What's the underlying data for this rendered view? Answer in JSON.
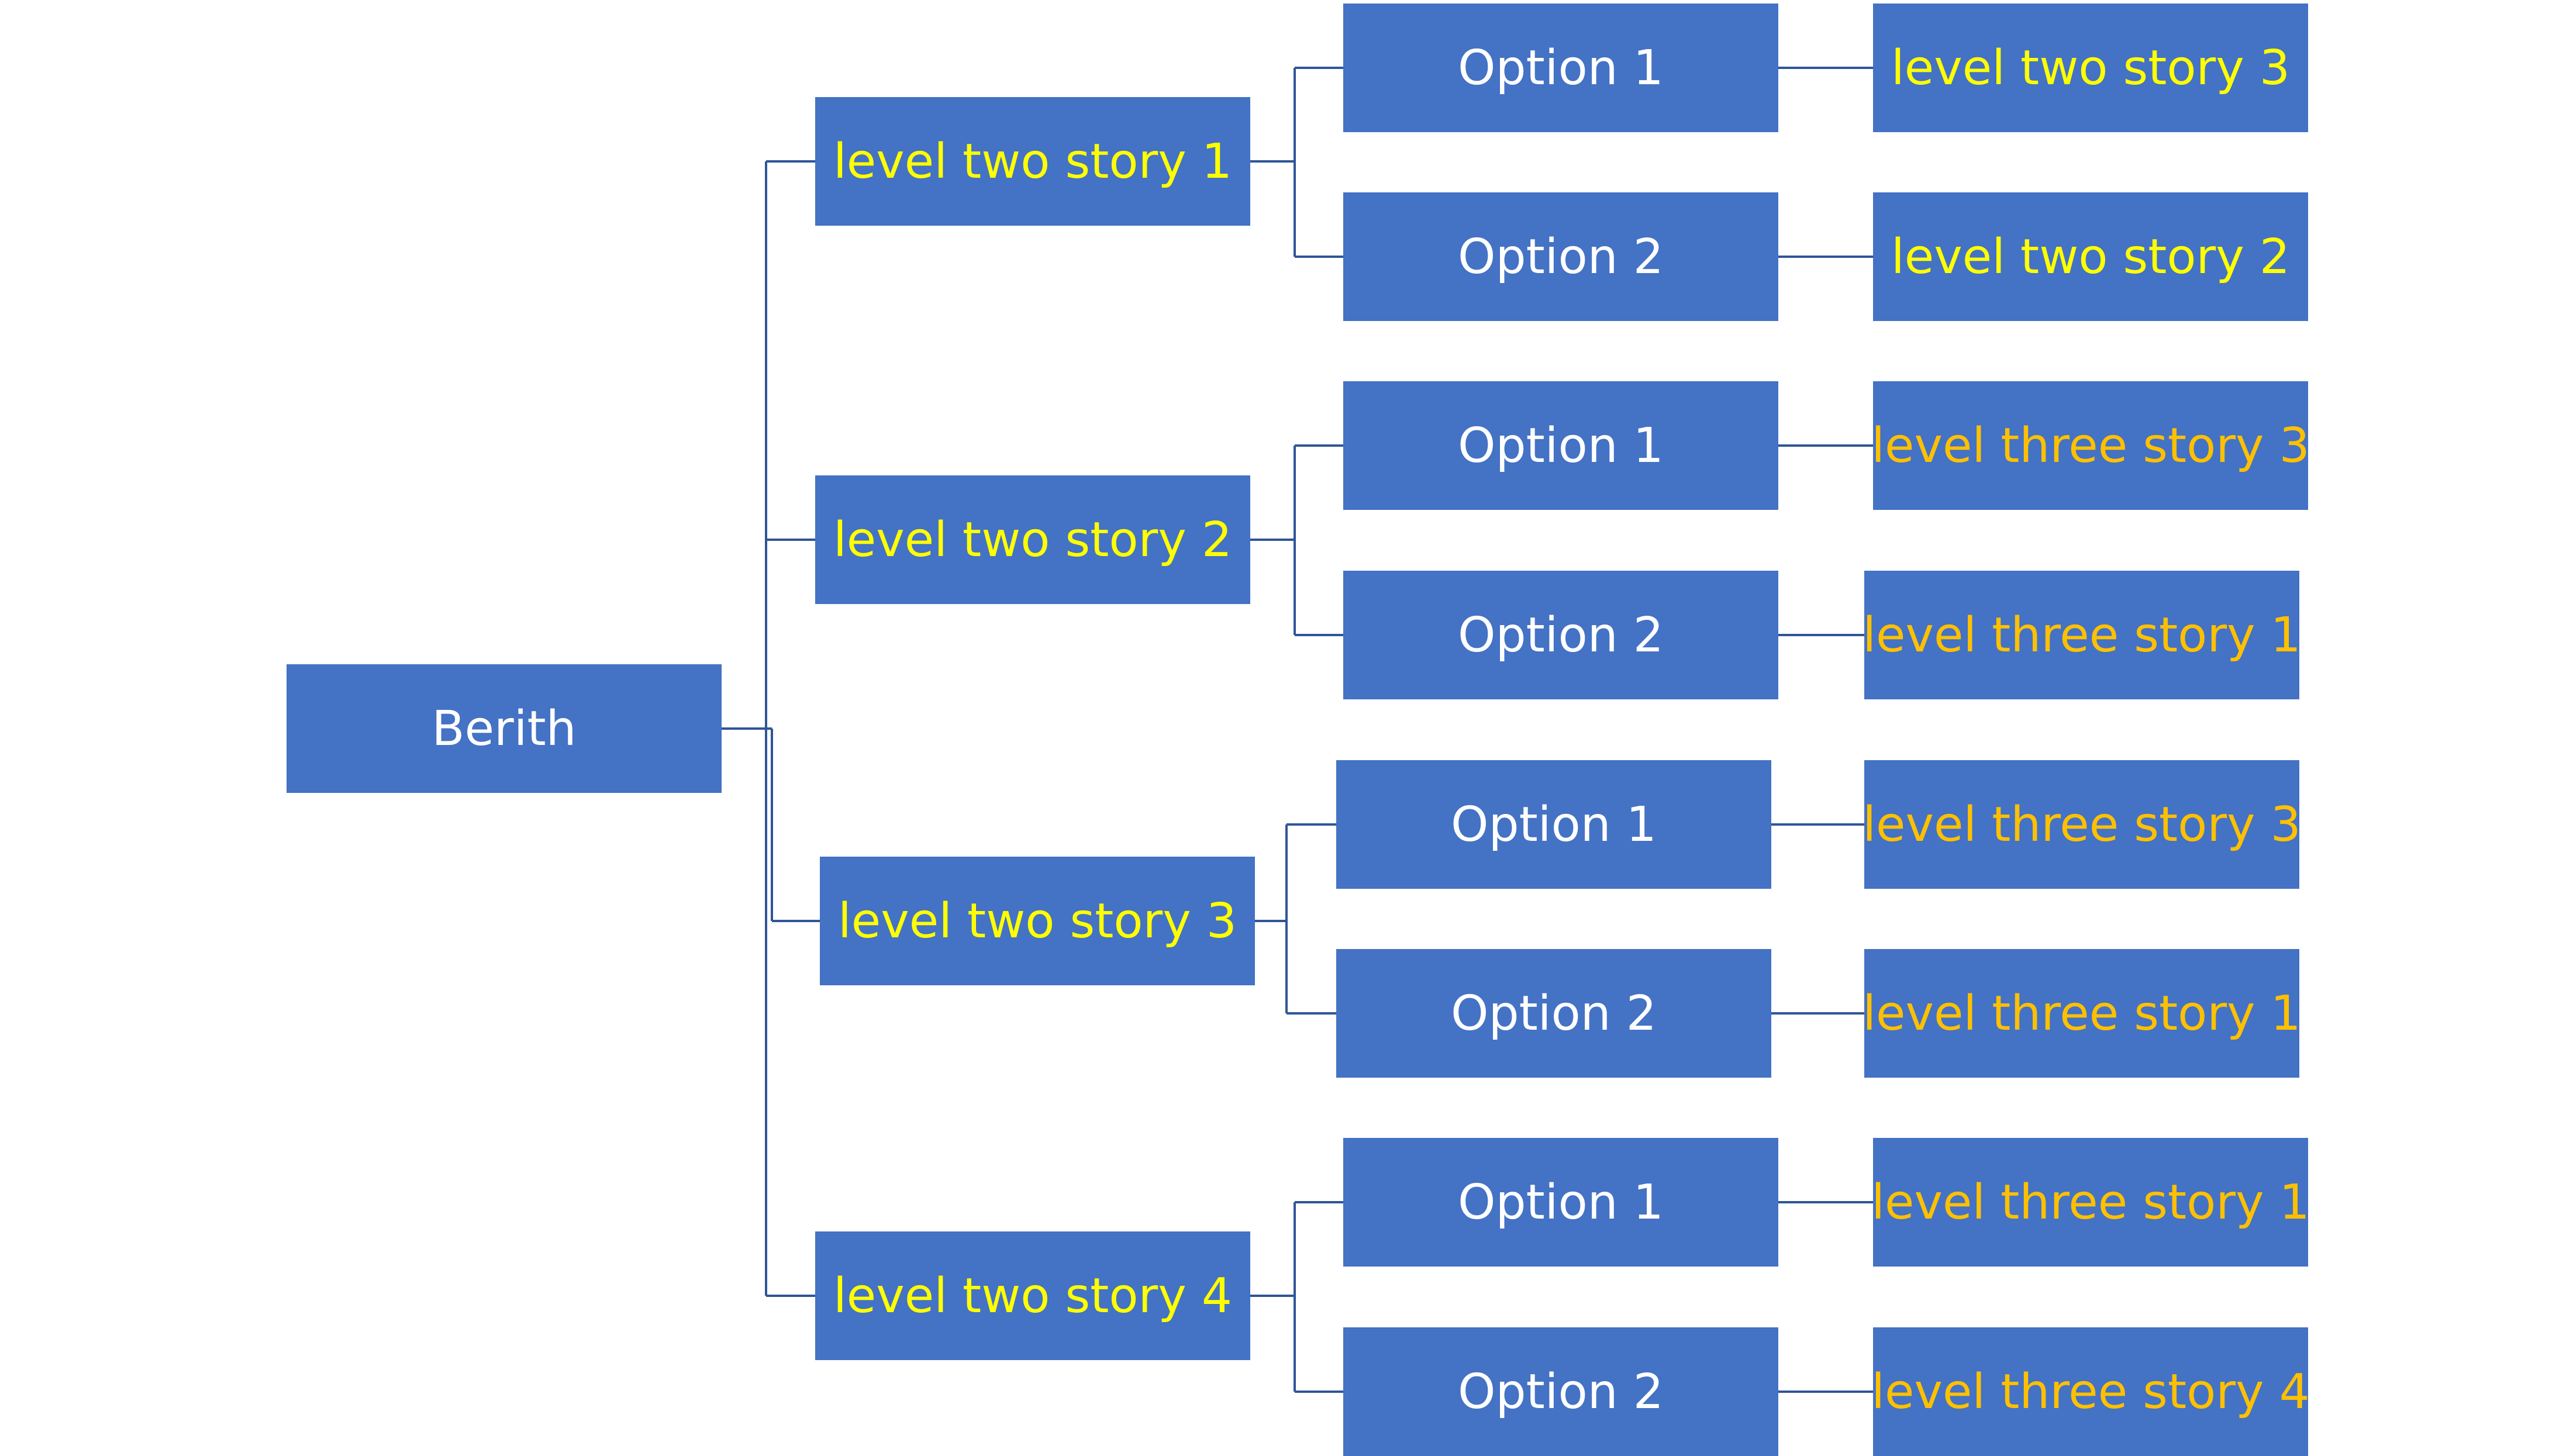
{
  "colors": {
    "node_fill": "#4472c4",
    "connector": "#2f5597",
    "root_text": "#ffffff",
    "option_text": "#ffffff",
    "level_two_text": "#ffff00",
    "level_three_text": "#ffc000"
  },
  "root": {
    "label": "Berith"
  },
  "branches": [
    {
      "label": "level two story 1",
      "options": [
        {
          "label": "Option 1",
          "result": "level two story 3"
        },
        {
          "label": "Option 2",
          "result": "level two story 2"
        }
      ]
    },
    {
      "label": "level two story 2",
      "options": [
        {
          "label": "Option 1",
          "result": "level three story 3"
        },
        {
          "label": "Option 2",
          "result": "level three story 1"
        }
      ]
    },
    {
      "label": "level two story 3",
      "options": [
        {
          "label": "Option 1",
          "result": "level three story 3"
        },
        {
          "label": "Option 2",
          "result": "level three story 1"
        }
      ]
    },
    {
      "label": "level two story 4",
      "options": [
        {
          "label": "Option 1",
          "result": "level three story 1"
        },
        {
          "label": "Option 2",
          "result": "level three story 4"
        }
      ]
    }
  ]
}
